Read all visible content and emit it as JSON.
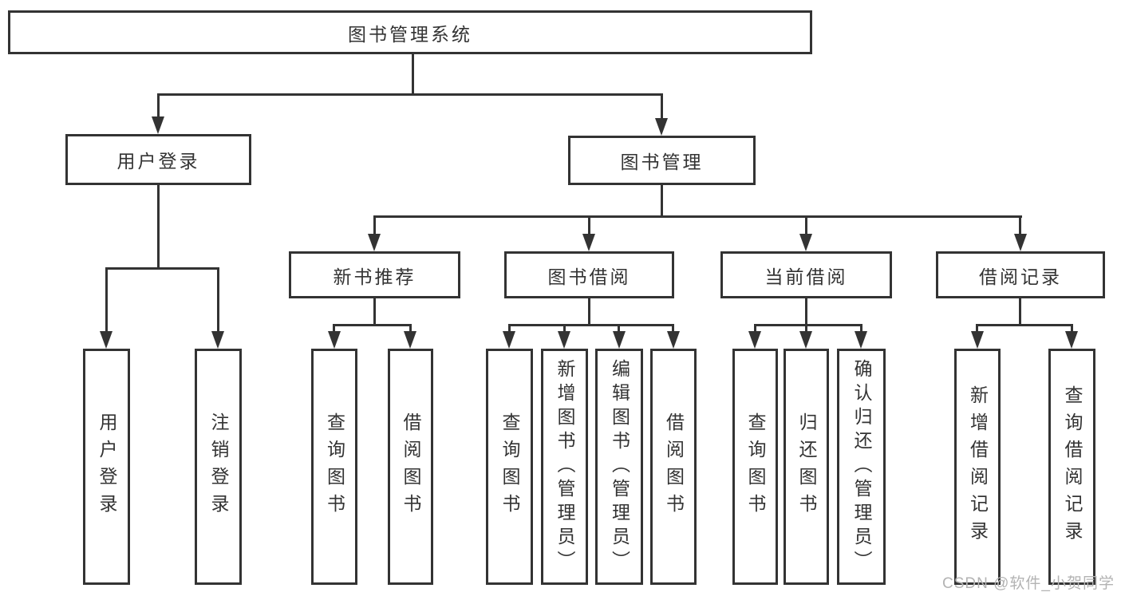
{
  "diagram": {
    "root_label": "图书管理系统",
    "level2": [
      {
        "label": "用户登录",
        "leaves": [
          "用户登录",
          "注销登录"
        ]
      },
      {
        "label": "图书管理"
      }
    ],
    "level3": [
      {
        "label": "新书推荐",
        "leaves": [
          "查询图书",
          "借阅图书"
        ]
      },
      {
        "label": "图书借阅",
        "leaves": [
          "查询图书",
          "新增图书（管理员）",
          "编辑图书（管理员）",
          "借阅图书"
        ]
      },
      {
        "label": "当前借阅",
        "leaves": [
          "查询图书",
          "归还图书",
          "确认归还（管理员）"
        ]
      },
      {
        "label": "借阅记录",
        "leaves": [
          "新增借阅记录",
          "查询借阅记录"
        ]
      }
    ]
  },
  "watermark": {
    "text": "CSDN @软件_小贺同学"
  },
  "colors": {
    "line": "#333333",
    "box_border": "#333333",
    "box_fill": "#ffffff",
    "text": "#333333",
    "watermark": "#b3b3b3"
  }
}
